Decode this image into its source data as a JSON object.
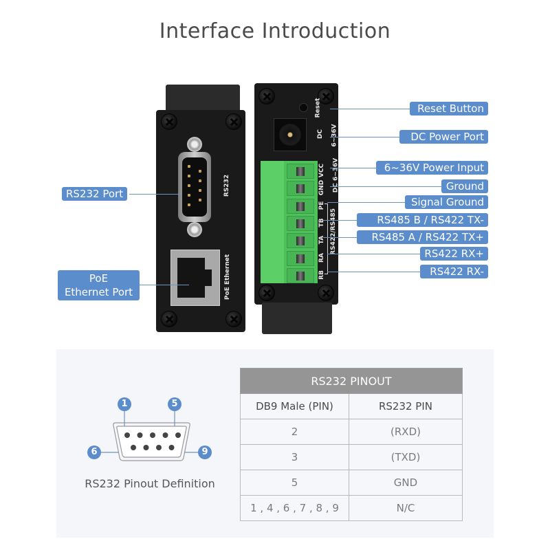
{
  "title": "Interface Introduction",
  "left_device": {
    "silkscreen": {
      "rs232": "RS232",
      "ethernet": "PoE Ethernet"
    },
    "callouts": [
      {
        "id": "rs232-port",
        "label": "RS232 Port"
      },
      {
        "id": "poe-ethernet-port",
        "label_line1": "PoE",
        "label_line2": "Ethernet Port"
      }
    ]
  },
  "right_device": {
    "silkscreen": {
      "reset": "Reset",
      "dc": "DC",
      "dc_voltage": "6~36V",
      "power_group": "DC 6~36V",
      "bus_group": "RS422/RS485",
      "terminals": [
        "VCC",
        "GND",
        "PE",
        "TB",
        "TA",
        "RA",
        "RB"
      ]
    },
    "callouts": [
      {
        "id": "reset-button",
        "label": "Reset Button"
      },
      {
        "id": "dc-power-port",
        "label": "DC Power Port"
      },
      {
        "id": "power-input",
        "label": "6~36V Power Input"
      },
      {
        "id": "ground",
        "label": "Ground"
      },
      {
        "id": "signal-ground",
        "label": "Signal Ground"
      },
      {
        "id": "rs485-b",
        "label": "RS485 B / RS422 TX-"
      },
      {
        "id": "rs485-a",
        "label": "RS485 A / RS422 TX+"
      },
      {
        "id": "rs422-rx-plus",
        "label": "RS422 RX+"
      },
      {
        "id": "rs422-rx-minus",
        "label": "RS422 RX-"
      }
    ]
  },
  "pinout_diagram": {
    "caption": "RS232 Pinout Definition",
    "pin_badges": [
      "1",
      "5",
      "6",
      "9"
    ],
    "top_row_pins": 5,
    "bottom_row_pins": 4
  },
  "pinout_table": {
    "title": "RS232 PINOUT",
    "columns": [
      "DB9 Male (PIN)",
      "RS232 PIN"
    ],
    "rows": [
      [
        "2",
        "(RXD)"
      ],
      [
        "3",
        "(TXD)"
      ],
      [
        "5",
        "GND"
      ],
      [
        "1 , 4 , 6 , 7 , 8 , 9",
        "N/C"
      ]
    ]
  },
  "colors": {
    "callout_bg": "#5b8ccc",
    "terminal_green": "#4ec25a",
    "table_header": "#959595",
    "panel_bg": "#f4f6fa"
  }
}
